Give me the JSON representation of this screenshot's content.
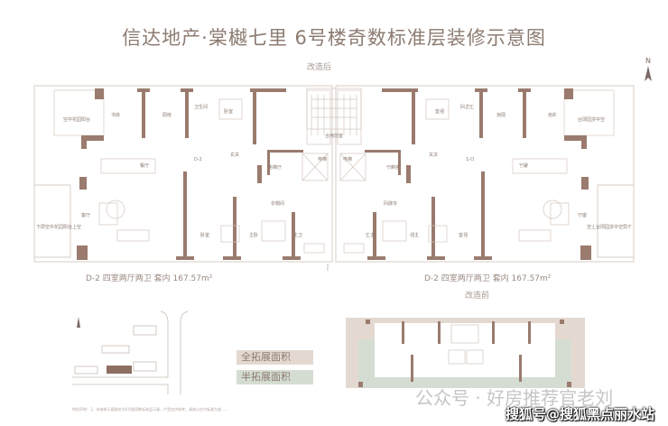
{
  "title": "信达地产·棠樾七里  6号楼奇数标准层装修示意图",
  "after_label": "改造后",
  "before_label": "改造前",
  "north": "N",
  "units": [
    {
      "text": "D-2 四室两厅两卫  套内 167.57m²"
    },
    {
      "text": "D-2 四室两厅两卫  套内 167.57m²"
    }
  ],
  "rooms": {
    "garden_balcony": "空中花园阳台",
    "study": "书房",
    "kitchen": "厨房",
    "bathroom": "卫生间",
    "bedroom": "卧室",
    "unit_code": "D-2",
    "foyer": "玄关",
    "dining": "餐厅",
    "elevator_hall": "电梯厅",
    "shared_lobby": "合用前室",
    "elevator": "电梯",
    "closet": "衣帽间",
    "living": "客厅",
    "master_bedroom": "主卧",
    "master_bath": "主卫",
    "lower_garden": "下层空中花园阳台上空"
  },
  "legend": {
    "full": "全拓展面积",
    "half": "半拓展面积",
    "full_color": "#e4d9d1",
    "half_color": "#d5ddd2"
  },
  "notes": "特别声明：1、本装修示意图仅为6号楼奇数标准层示意，户型仅供参考，具体以交付标准为准……",
  "watermark": "公众号 · 好房推荐官老刘",
  "source_mark": "搜狐号@搜狐黑点丽水站",
  "colors": {
    "wall": "#9a7b6e",
    "line": "#d9ccc5",
    "title": "#8c7b71"
  }
}
